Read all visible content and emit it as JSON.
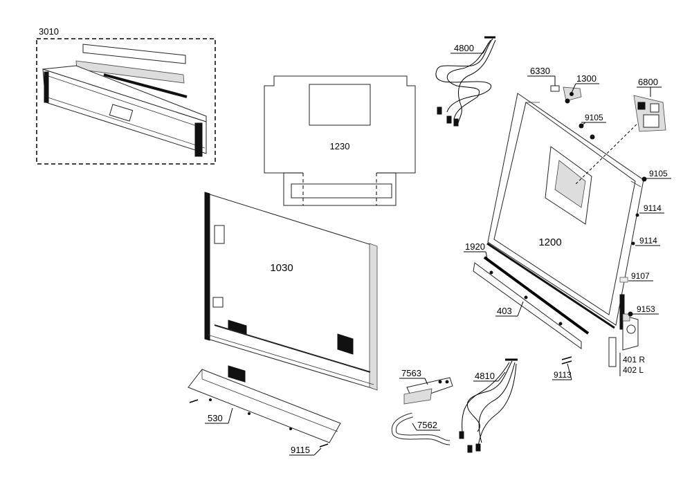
{
  "labels": {
    "p3010": "3010",
    "p1230": "1230",
    "p1030": "1030",
    "p4800": "4800",
    "p6330": "6330",
    "p1300": "1300",
    "p6800": "6800",
    "p9105a": "9105",
    "p9105b": "9105",
    "p9114a": "9114",
    "p9114b": "9114",
    "p1200": "1200",
    "p1920": "1920",
    "p9107": "9107",
    "p403": "403",
    "p9153": "9153",
    "p401": "401 R",
    "p402": "402 L",
    "p9113": "9113",
    "p7563": "7563",
    "p4810": "4810",
    "p7562": "7562",
    "p530": "530",
    "p9115": "9115"
  }
}
